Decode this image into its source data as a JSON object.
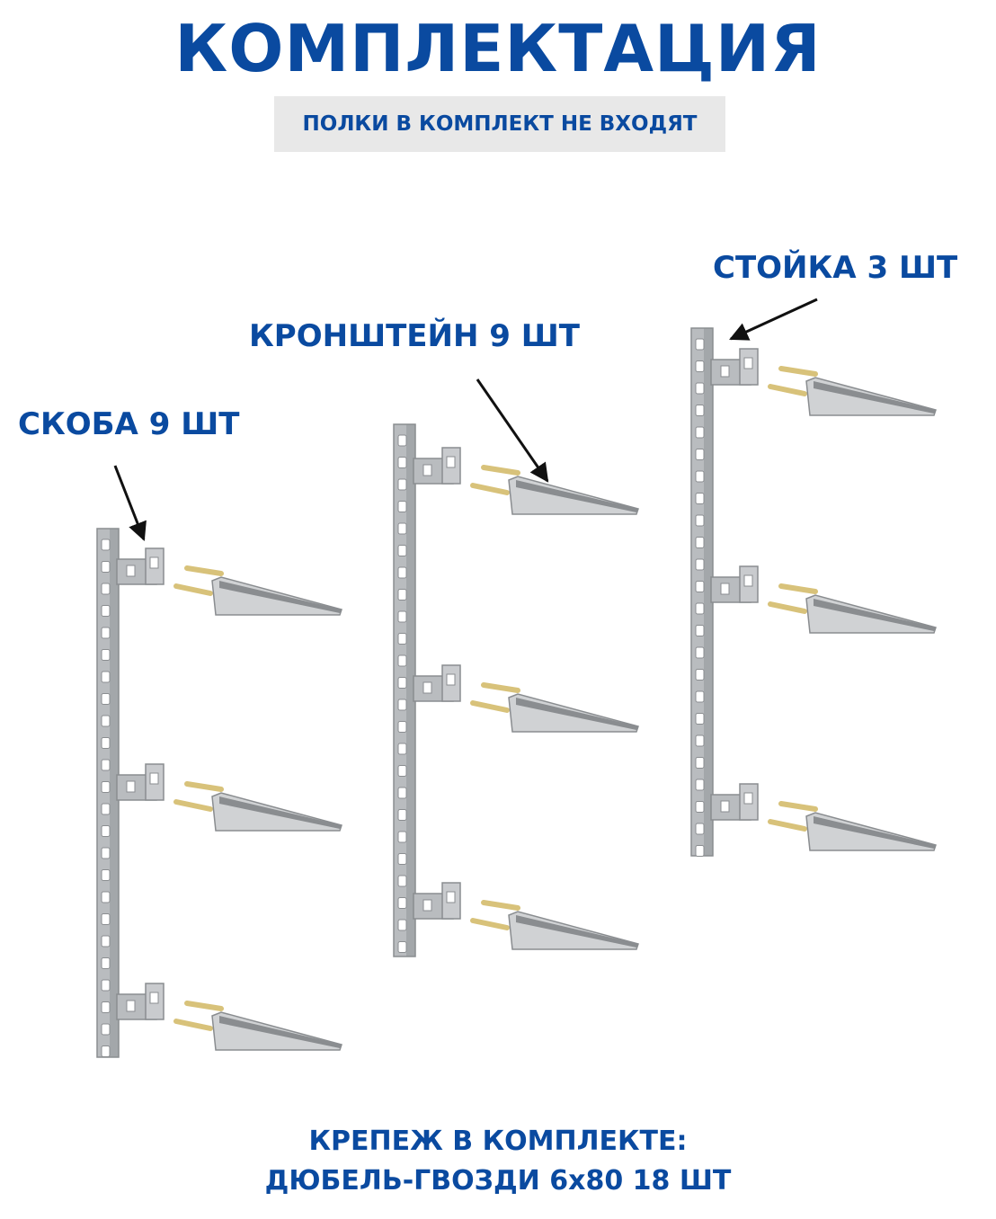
{
  "header": {
    "title": "КОМПЛЕКТАЦИЯ",
    "note": "ПОЛКИ В КОМПЛЕКТ НЕ ВХОДЯТ"
  },
  "labels": {
    "bracket_clip": "СКОБА 9 ШТ",
    "shelf_bracket": "КРОНШТЕЙН 9 ШТ",
    "upright": "СТОЙКА 3 ШТ"
  },
  "fasteners": {
    "line1": "КРЕПЕЖ В КОМПЛЕКТЕ:",
    "line2": "ДЮБЕЛЬ-ГВОЗДИ 6х80 18 ШТ"
  },
  "colors": {
    "brand_blue": "#0a4aa0",
    "metal": "#b9bcbf",
    "metal_dark": "#8a8d90",
    "screw": "#d8c27a"
  }
}
